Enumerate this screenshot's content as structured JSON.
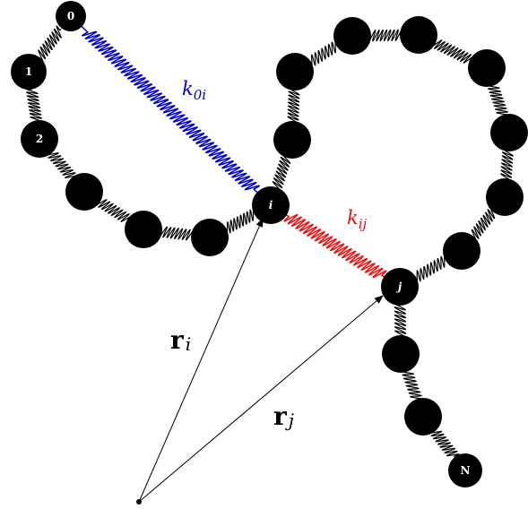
{
  "beads": {
    "bead_0": "0",
    "bead_1": "1",
    "bead_2": "2",
    "bead_i": "i",
    "bead_j": "j",
    "bead_N": "N"
  },
  "springs": {
    "k0i": {
      "symbol": "k",
      "subscript": "0i",
      "color": "#0000cc"
    },
    "kij": {
      "symbol": "k",
      "subscript": "ij",
      "color": "#ee1111"
    }
  },
  "vectors": {
    "ri": {
      "symbol": "r",
      "subscript": "i"
    },
    "rj": {
      "symbol": "r",
      "subscript": "j"
    }
  }
}
